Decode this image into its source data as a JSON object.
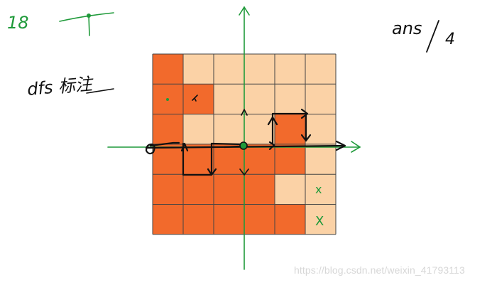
{
  "notes": {
    "number": "18",
    "method": "dfs 标注",
    "answer_left": "ans",
    "answer_right": "4",
    "cross_mark_1": "x",
    "cross_mark_2": "X"
  },
  "grid": {
    "rows": 6,
    "cols": 6,
    "cells": [
      [
        "d",
        "l",
        "l",
        "l",
        "l",
        "l"
      ],
      [
        "d",
        "d",
        "l",
        "l",
        "l",
        "l"
      ],
      [
        "d",
        "l",
        "l",
        "l",
        "d",
        "l"
      ],
      [
        "d",
        "d",
        "d",
        "d",
        "d",
        "l"
      ],
      [
        "d",
        "d",
        "d",
        "d",
        "l",
        "l"
      ],
      [
        "d",
        "d",
        "d",
        "d",
        "d",
        "l"
      ]
    ],
    "colors": {
      "d": "#f26a2c",
      "l": "#fbd2a6"
    },
    "line_color": "#444444"
  },
  "ink": {
    "green": "#1f9a3a",
    "black": "#111111"
  },
  "watermark": "https://blog.csdn.net/weixin_41793113"
}
